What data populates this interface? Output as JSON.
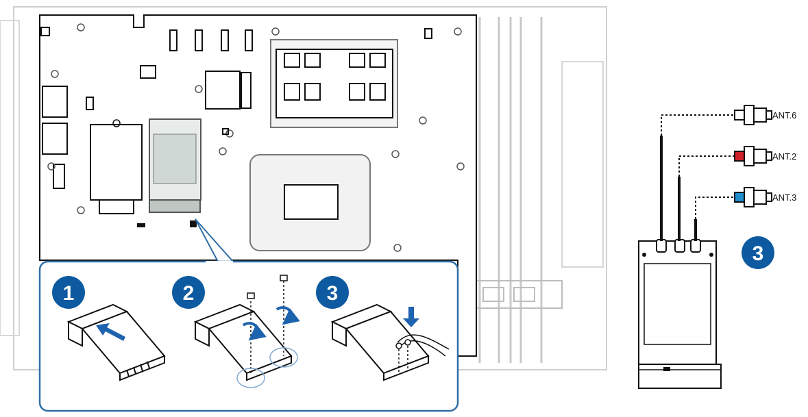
{
  "steps": {
    "s1": "1",
    "s2": "2",
    "s3": "3",
    "right": "3"
  },
  "antenna_labels": {
    "ant6": "ANT.6",
    "ant2": "ANT.2",
    "ant3": "ANT.3"
  },
  "colors": {
    "callout_border": "#2f6ea8",
    "badge": "#0d5aa0",
    "arrow": "#1e63ae",
    "ant2_tip": "#d0202a",
    "ant3_tip": "#1f8fd0",
    "line": "#111111"
  }
}
